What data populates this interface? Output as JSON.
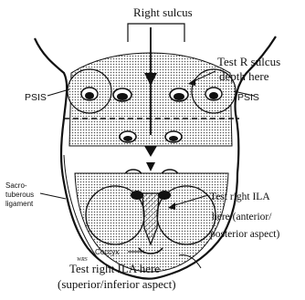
{
  "figure": {
    "label_right_sulcus": "Right sulcus",
    "label_psis_left": "PSIS",
    "label_psis_right": "PSIS",
    "label_test_r_sulcus_line1": "Test R  sulcus",
    "label_test_r_sulcus_line2": "depth here",
    "label_sacrotuberous_line1": "Sacro-",
    "label_sacrotuberous_line2": "tuberous",
    "label_sacrotuberous_line3": "ligament",
    "label_test_ila_ap_line1": "Test right ILA",
    "label_test_ila_ap_line2": "here (anterior/",
    "label_test_ila_ap_line3": "posterior aspect)",
    "label_coccyx": "Coccyx",
    "label_test_ila_si_line1": "Test right ILA here",
    "label_test_ila_si_line2": "(superior/inferior aspect)",
    "signature": "WRS"
  }
}
